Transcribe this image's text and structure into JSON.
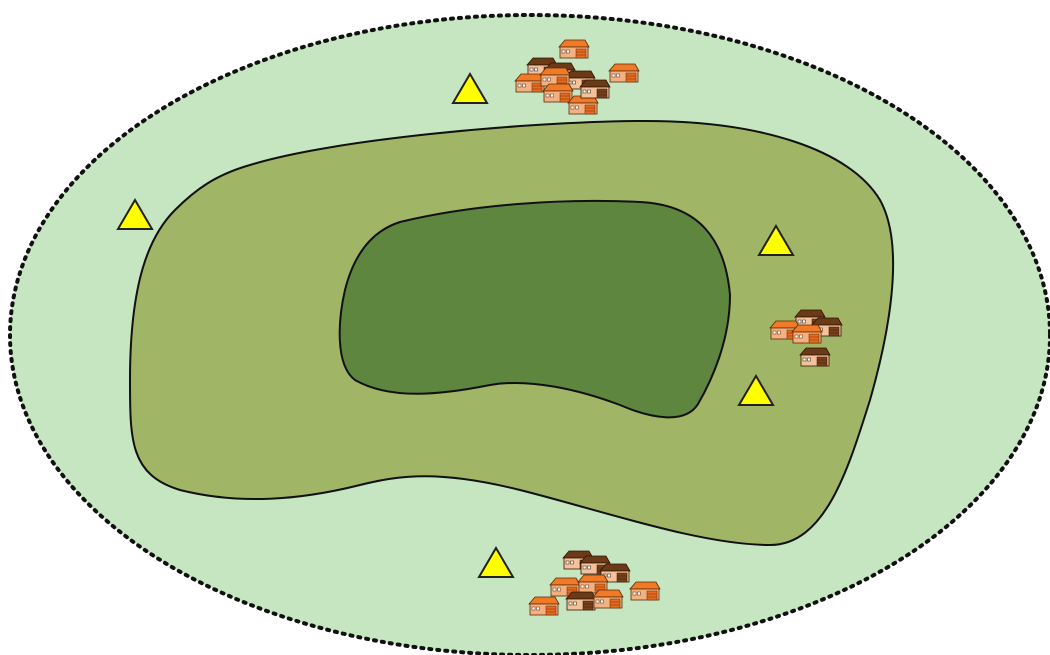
{
  "diagram": {
    "type": "zoned-area-map",
    "colors": {
      "outer_zone": "#c5e6c0",
      "outer_border": "#111111",
      "middle_zone": "#a0b566",
      "core_zone": "#5e863f",
      "zone_outline": "#111111",
      "marker_fill": "#ffff00",
      "marker_stroke": "#222222",
      "house_orange_roof": "#f07a26",
      "house_dark_roof": "#6b3a16",
      "house_wall": "#f4b07e",
      "house_dark_wall": "#8a4a1e"
    },
    "zones": [
      {
        "name": "outer-buffer-zone",
        "border": "dotted"
      },
      {
        "name": "middle-zone",
        "border": "solid"
      },
      {
        "name": "core-zone",
        "border": "solid"
      }
    ],
    "markers": [
      {
        "name": "triangle-marker-top",
        "icon": "yellow-triangle-icon"
      },
      {
        "name": "triangle-marker-left",
        "icon": "yellow-triangle-icon"
      },
      {
        "name": "triangle-marker-right-upper",
        "icon": "yellow-triangle-icon"
      },
      {
        "name": "triangle-marker-right-lower",
        "icon": "yellow-triangle-icon"
      },
      {
        "name": "triangle-marker-bottom",
        "icon": "yellow-triangle-icon"
      }
    ],
    "settlements": [
      {
        "name": "settlement-north",
        "house_count": 10,
        "icon": "house-icon"
      },
      {
        "name": "settlement-east",
        "house_count": 5,
        "icon": "house-icon"
      },
      {
        "name": "settlement-south",
        "house_count": 10,
        "icon": "house-icon"
      }
    ]
  }
}
